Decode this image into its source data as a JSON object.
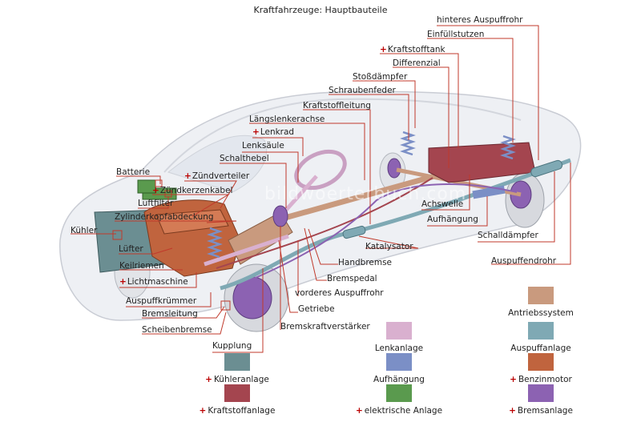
{
  "title": "Kraftfahrzeuge: Hauptbauteile",
  "watermark": "bildwoerterbuch.com",
  "labels": [
    {
      "text": "hinteres Auspuffrohr",
      "plus": false
    },
    {
      "text": "Einfüllstutzen",
      "plus": false
    },
    {
      "text": "Kraftstofftank",
      "plus": true
    },
    {
      "text": "Differenzial",
      "plus": false
    },
    {
      "text": "Stoßdämpfer",
      "plus": false
    },
    {
      "text": "Schraubenfeder",
      "plus": false
    },
    {
      "text": "Kraftstoffleitung",
      "plus": false
    },
    {
      "text": "Längslenkerachse",
      "plus": false
    },
    {
      "text": "Lenkrad",
      "plus": true
    },
    {
      "text": "Lenksäule",
      "plus": false
    },
    {
      "text": "Schalthebel",
      "plus": false
    },
    {
      "text": "Zündverteiler",
      "plus": true
    },
    {
      "text": "Batterie",
      "plus": false
    },
    {
      "text": "Zündkerzenkabel",
      "plus": true
    },
    {
      "text": "Luftfilter",
      "plus": false
    },
    {
      "text": "Zylinderkopfabdeckung",
      "plus": false
    },
    {
      "text": "Kühler",
      "plus": false
    },
    {
      "text": "Lüfter",
      "plus": false
    },
    {
      "text": "Keilriemen",
      "plus": false
    },
    {
      "text": "Lichtmaschine",
      "plus": true
    },
    {
      "text": "Auspuffkrümmer",
      "plus": false
    },
    {
      "text": "Bremsleitung",
      "plus": false
    },
    {
      "text": "Scheibenbremse",
      "plus": false
    },
    {
      "text": "Kupplung",
      "plus": false
    },
    {
      "text": "Achswelle",
      "plus": false
    },
    {
      "text": "Aufhängung",
      "plus": false
    },
    {
      "text": "Schalldämpfer",
      "plus": false
    },
    {
      "text": "Katalysator",
      "plus": false
    },
    {
      "text": "Handbremse",
      "plus": false
    },
    {
      "text": "Bremspedal",
      "plus": false
    },
    {
      "text": "vorderes Auspuffrohr",
      "plus": false
    },
    {
      "text": "Getriebe",
      "plus": false
    },
    {
      "text": "Bremskraftverstärker",
      "plus": false
    },
    {
      "text": "Auspuffendrohr",
      "plus": false
    }
  ],
  "legend": [
    {
      "text": "Antriebssystem",
      "plus": false,
      "color": "#c99a7e"
    },
    {
      "text": "Lenkanlage",
      "plus": false,
      "color": "#d9b0cf"
    },
    {
      "text": "Auspuffanlage",
      "plus": false,
      "color": "#7fa9b4"
    },
    {
      "text": "Kühleranlage",
      "plus": true,
      "color": "#6b8e92"
    },
    {
      "text": "Aufhängung",
      "plus": false,
      "color": "#7b8fc6"
    },
    {
      "text": "Benzinmotor",
      "plus": true,
      "color": "#c0643e"
    },
    {
      "text": "Kraftstoffanlage",
      "plus": true,
      "color": "#a4454f"
    },
    {
      "text": "elektrische Anlage",
      "plus": true,
      "color": "#5a9a4e"
    },
    {
      "text": "Bremsanlage",
      "plus": true,
      "color": "#8c62b2"
    }
  ],
  "line_color": "#c0392b"
}
